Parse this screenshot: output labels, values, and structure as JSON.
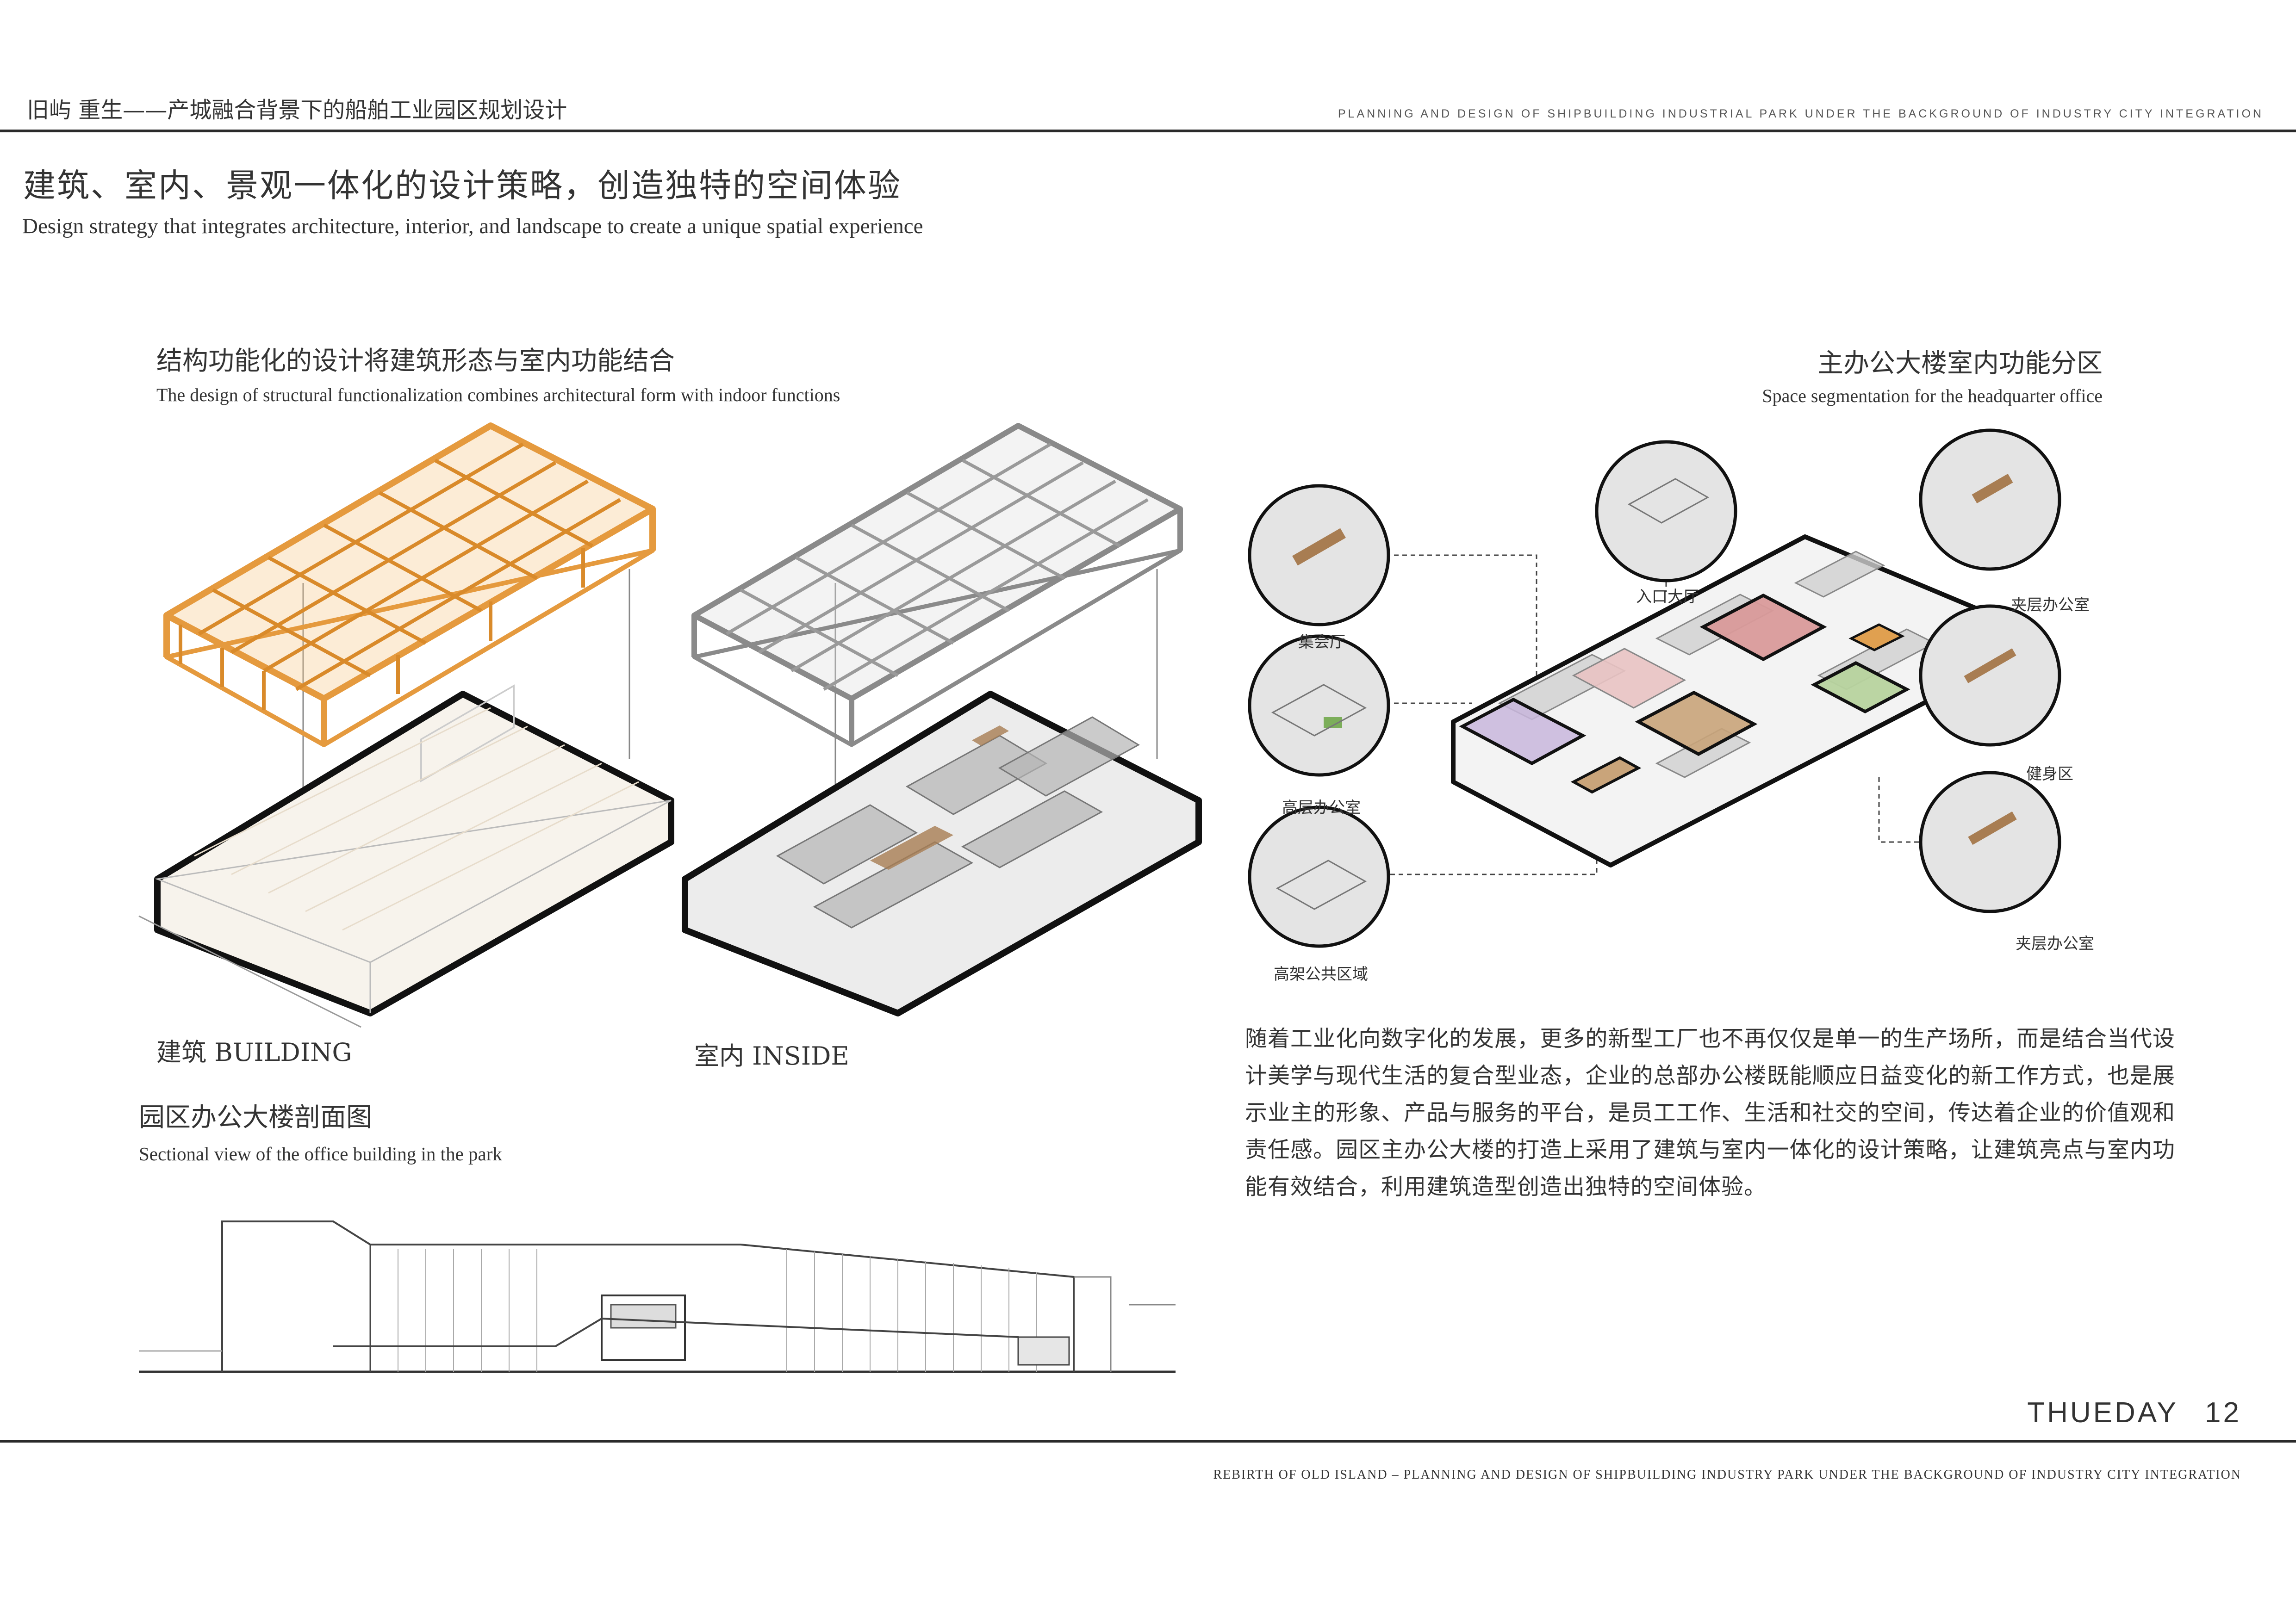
{
  "header": {
    "project_title_cn": "旧屿 重生——产城融合背景下的船舶工业园区规划设计",
    "project_title_en": "PLANNING AND DESIGN OF SHIPBUILDING INDUSTRIAL PARK UNDER THE BACKGROUND OF INDUSTRY CITY INTEGRATION"
  },
  "page": {
    "title_cn": "建筑、室内、景观一体化的设计策略，创造独特的空间体验",
    "title_en": "Design strategy that integrates architecture, interior, and landscape to create a unique spatial experience"
  },
  "structure_section": {
    "heading_cn": "结构功能化的设计将建筑形态与室内功能结合",
    "heading_en": "The design of structural functionalization combines architectural form with indoor functions",
    "building_label": "建筑 BUILDING",
    "inside_label": "室内 INSIDE"
  },
  "zoning_section": {
    "heading_cn": "主办公大楼室内功能分区",
    "heading_en": "Space segmentation for the headquarter office",
    "callouts": {
      "assembly_hall": "集会厅",
      "high_office": "高层办公室",
      "elevated_public": "高架公共区域",
      "entrance_hall": "入口大厅",
      "mezzanine_office_top": "夹层办公室",
      "gym": "健身区",
      "mezzanine_office_bottom": "夹层办公室"
    },
    "zone_colors": {
      "red": "#d99a9a",
      "purple": "#c8b6dc",
      "pink": "#e9c3c3",
      "wood": "#c9a47a",
      "green": "#b7d39e",
      "orange": "#e0a050"
    }
  },
  "section_view": {
    "heading_cn": "园区办公大楼剖面图",
    "heading_en": "Sectional view of the office building in the park"
  },
  "description": "随着工业化向数字化的发展，更多的新型工厂也不再仅仅是单一的生产场所，而是结合当代设计美学与现代生活的复合型业态，企业的总部办公楼既能顺应日益变化的新工作方式，也是展示业主的形象、产品与服务的平台，是员工工作、生活和社交的空间，传达着企业的价值观和责任感。园区主办公大楼的打造上采用了建筑与室内一体化的设计策略，让建筑亮点与室内功能有效结合，利用建筑造型创造出独特的空间体验。",
  "footer": {
    "brand": "THUEDAY",
    "page_number": "12",
    "subtitle": "REBIRTH OF OLD ISLAND – PLANNING AND DESIGN OF SHIPBUILDING INDUSTRY PARK UNDER THE BACKGROUND OF INDUSTRY CITY INTEGRATION"
  }
}
